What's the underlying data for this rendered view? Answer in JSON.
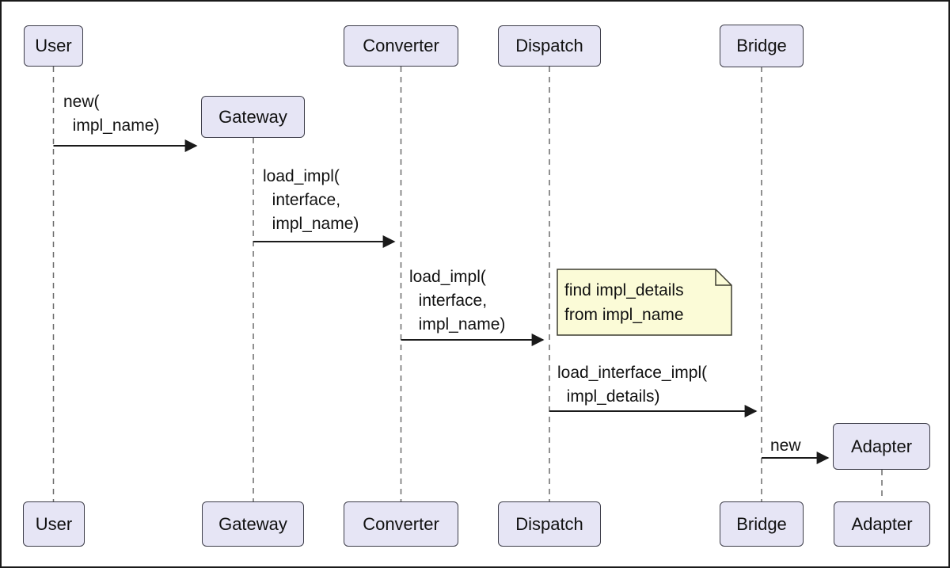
{
  "diagram": {
    "type": "sequence",
    "participants": [
      {
        "id": "user",
        "label": "User"
      },
      {
        "id": "gateway",
        "label": "Gateway",
        "created_during_sequence": true
      },
      {
        "id": "converter",
        "label": "Converter"
      },
      {
        "id": "dispatch",
        "label": "Dispatch"
      },
      {
        "id": "bridge",
        "label": "Bridge"
      },
      {
        "id": "adapter",
        "label": "Adapter",
        "created_during_sequence": true
      }
    ],
    "messages": [
      {
        "from": "user",
        "to": "gateway",
        "label": "new(\n  impl_name)"
      },
      {
        "from": "gateway",
        "to": "converter",
        "label": "load_impl(\n  interface,\n  impl_name)"
      },
      {
        "from": "converter",
        "to": "dispatch",
        "label": "load_impl(\n  interface,\n  impl_name)"
      },
      {
        "from": "dispatch",
        "to": "bridge",
        "label": "load_interface_impl(\n  impl_details)"
      },
      {
        "from": "bridge",
        "to": "adapter",
        "label": "new"
      }
    ],
    "note": {
      "anchor": "dispatch",
      "text": "find impl_details\nfrom impl_name"
    },
    "colors": {
      "background": "#ffffff",
      "frame_border": "#1a1a1a",
      "participant_fill": "#e6e5f5",
      "participant_border": "#3d3d49",
      "note_fill": "#fbfbd7",
      "note_border": "#3d3d30",
      "lifeline": "#6b6b6b",
      "arrow": "#1a1a1a",
      "text": "#111111"
    }
  }
}
